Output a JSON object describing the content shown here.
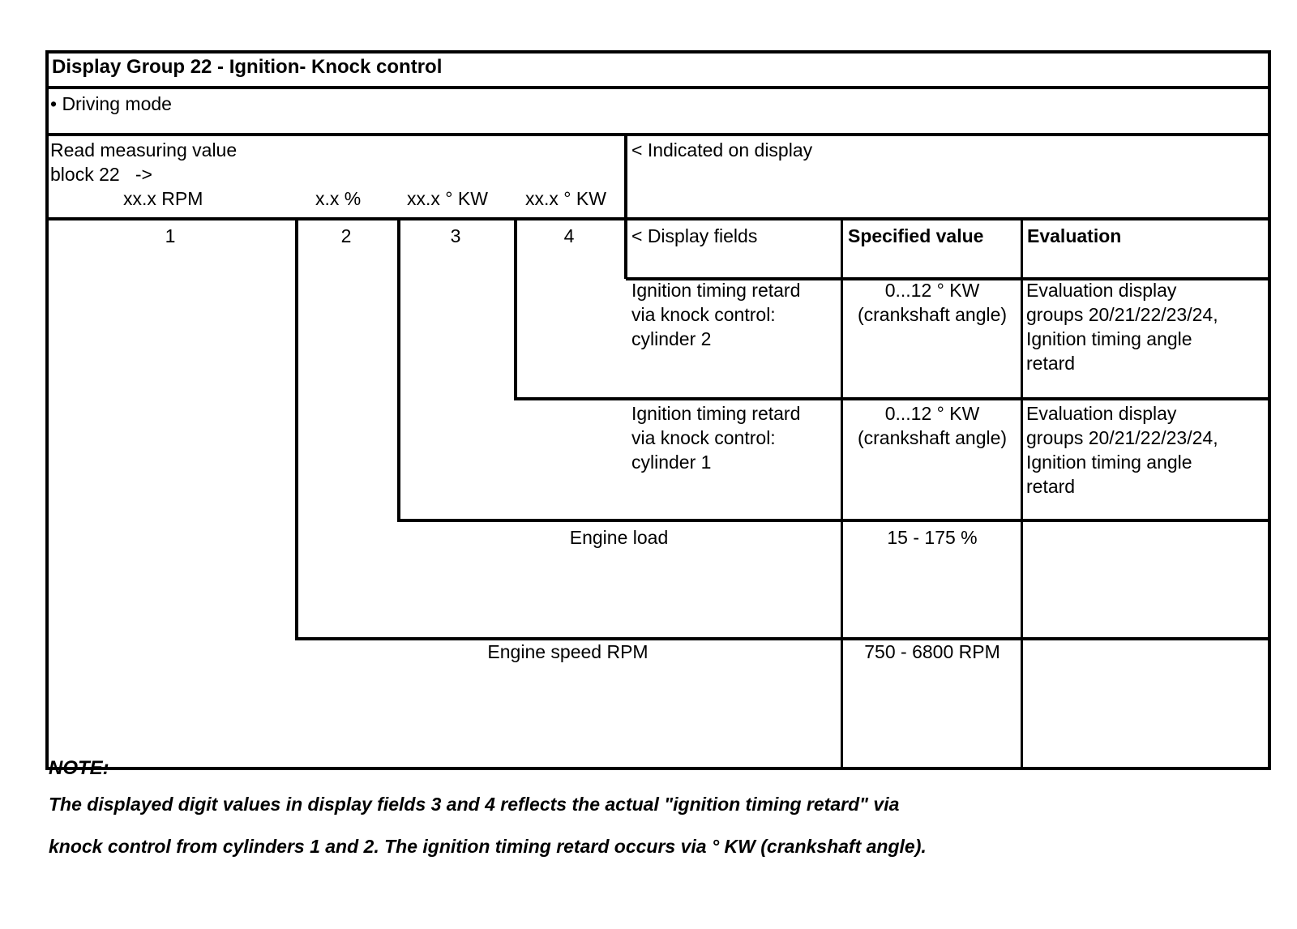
{
  "document": {
    "title": "Display Group 22 - Ignition- Knock control",
    "mode_row": "• Driving mode",
    "read_block": {
      "line1": "Read measuring value",
      "line2": "block 22   ->",
      "units": [
        "xx.x RPM",
        "x.x %",
        "xx.x ° KW",
        "xx.x ° KW"
      ]
    },
    "annotations": {
      "indicated_on_display": "< Indicated on display",
      "display_fields": "< Display fields"
    },
    "column_numbers": [
      "1",
      "2",
      "3",
      "4"
    ],
    "headers": {
      "specified_value": "Specified value",
      "evaluation": "Evaluation"
    },
    "rows": [
      {
        "display_field": "Ignition timing retard\nvia knock control:\ncylinder 2",
        "specified_value": "0...12 ° KW\n(crankshaft angle)",
        "evaluation": "Evaluation display\ngroups 20/21/22/23/24,\nIgnition timing angle\nretard"
      },
      {
        "display_field": "Ignition timing retard\nvia knock control:\ncylinder 1",
        "specified_value": "0...12 ° KW\n(crankshaft angle)",
        "evaluation": "Evaluation display\ngroups 20/21/22/23/24,\nIgnition timing angle\nretard"
      },
      {
        "display_field": "Engine load",
        "specified_value": "15 - 175 %",
        "evaluation": ""
      },
      {
        "display_field": "Engine speed RPM",
        "specified_value": "750 - 6800 RPM",
        "evaluation": ""
      }
    ],
    "note": {
      "heading": "NOTE:",
      "line1": "The displayed digit values in display fields 3 and 4 reflects the actual \"ignition timing retard\" via",
      "line2": "knock control from cylinders 1 and 2. The ignition timing retard occurs via ° KW (crankshaft angle)."
    },
    "colors": {
      "ink": "#000000",
      "paper": "#ffffff"
    }
  }
}
